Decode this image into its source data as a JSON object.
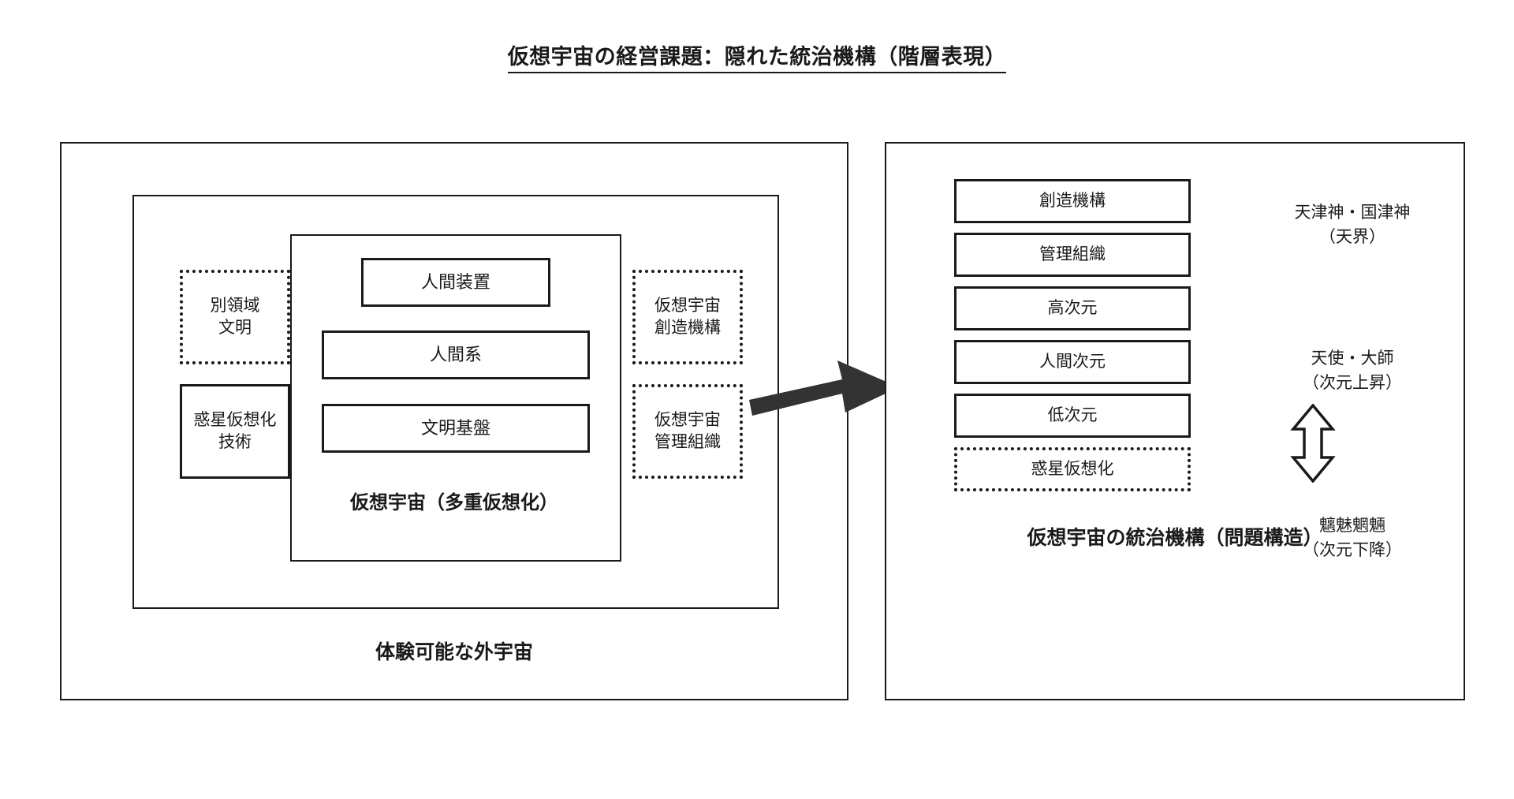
{
  "title": "仮想宇宙の経営課題：隠れた統治機構（階層表現）",
  "left_panel": {
    "caption": "体験可能な外宇宙",
    "inner_label": "仮想宇宙（多重仮想化）",
    "outer_boxes": [
      {
        "label": "別領域\n文明",
        "style": "dotted"
      },
      {
        "label": "惑星仮想化\n技術",
        "style": "solid"
      },
      {
        "label": "仮想宇宙\n創造機構",
        "style": "dotted"
      },
      {
        "label": "仮想宇宙\n管理組織",
        "style": "dotted"
      }
    ],
    "core_boxes": [
      {
        "label": "人間装置",
        "style": "solid"
      },
      {
        "label": "人間系",
        "style": "solid"
      },
      {
        "label": "文明基盤",
        "style": "solid"
      }
    ]
  },
  "right_panel": {
    "caption": "仮想宇宙の統治機構（問題構造）",
    "layers": [
      {
        "label": "創造機構",
        "style": "solid"
      },
      {
        "label": "管理組織",
        "style": "solid"
      },
      {
        "label": "高次元",
        "style": "solid"
      },
      {
        "label": "人間次元",
        "style": "solid"
      },
      {
        "label": "低次元",
        "style": "solid"
      },
      {
        "label": "惑星仮想化",
        "style": "dotted"
      }
    ],
    "annotations": [
      {
        "label": "天津神・国津神\n（天界）"
      },
      {
        "label": "天使・大師\n（次元上昇）"
      },
      {
        "label": "魑魅魍魎\n（次元下降）"
      }
    ]
  },
  "icons": {
    "flow_arrow": "right-arrow-icon",
    "exchange_arrow": "up-down-arrow-icon"
  },
  "colors": {
    "ink": "#1a1a1a",
    "background": "#ffffff"
  }
}
